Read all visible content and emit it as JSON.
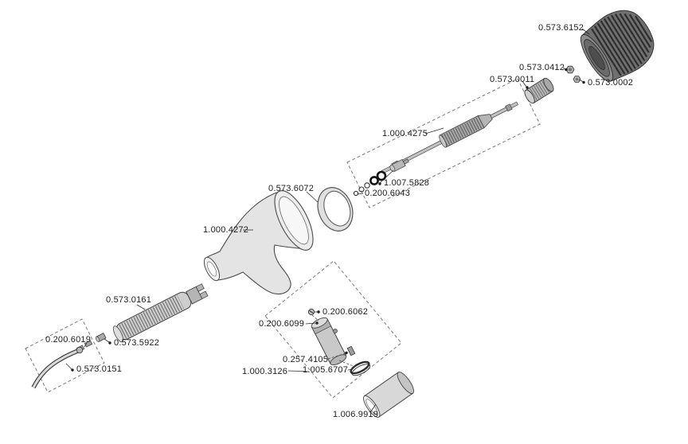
{
  "diagram": {
    "type": "exploded-parts-diagram",
    "background": "#ffffff",
    "label_color": "#1c1c1c",
    "labels": [
      {
        "text": "0.573.6152"
      },
      {
        "text": "0.573.0412"
      },
      {
        "text": "0.573.0011"
      },
      {
        "text": "0.573.0002"
      },
      {
        "text": "1.000.4275"
      },
      {
        "text": "1.007.5828"
      },
      {
        "text": "0.200.6043"
      },
      {
        "text": "0.573.6072"
      },
      {
        "text": "1.000.4272"
      },
      {
        "text": "0.573.0161"
      },
      {
        "text": "0.573.5922"
      },
      {
        "text": "0.200.6019"
      },
      {
        "text": "0.573.0151"
      },
      {
        "text": "0.200.6062"
      },
      {
        "text": "0.200.6099"
      },
      {
        "text": "0.257.4105"
      },
      {
        "text": "1.005.6707"
      },
      {
        "text": "1.000.3126"
      },
      {
        "text": "1.006.9919"
      }
    ]
  }
}
